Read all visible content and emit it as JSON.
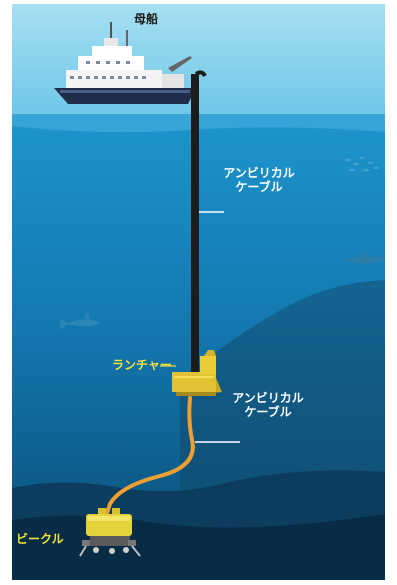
{
  "labels": {
    "mother_ship": "母船",
    "umbilical_top_line1": "アンビリカル",
    "umbilical_top_line2": "ケーブル",
    "launcher": "ランチャー",
    "umbilical_bottom_line1": "アンビリカル",
    "umbilical_bottom_line2": "ケーブル",
    "vehicle": "ビークル"
  },
  "colors": {
    "sky": "#8fd6ee",
    "sea_surface": "#1e95cc",
    "sea_mid": "#0e6fa3",
    "sea_deep": "#0b4a73",
    "seabed": "#0a3350",
    "umbilical_cable": "#1c1c1c",
    "tether_cable": "#f0a030",
    "launcher_body": "#e0c232",
    "vehicle_body": "#e6d23a",
    "label_yellow": "#f2e23a",
    "label_white": "#ffffff"
  },
  "icons": [
    "ship-icon",
    "launcher-icon",
    "rov-vehicle-icon",
    "shark-icon",
    "fish-school-icon"
  ]
}
